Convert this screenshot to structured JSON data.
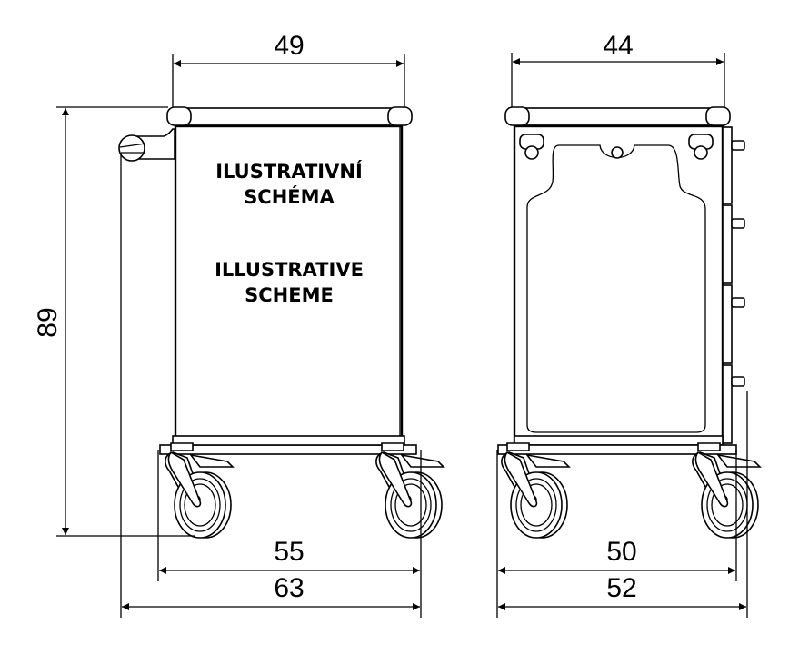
{
  "front_view": {
    "label_cz": [
      "ILUSTRATIVNÍ",
      "SCHÉMA"
    ],
    "label_en": [
      "ILLUSTRATIVE",
      "SCHEME"
    ],
    "dimensions": {
      "top_width": "49",
      "height": "89",
      "base_width": "55",
      "overall_width": "63"
    }
  },
  "side_view": {
    "dimensions": {
      "top_depth": "44",
      "base_depth": "50",
      "overall_depth": "52"
    }
  }
}
